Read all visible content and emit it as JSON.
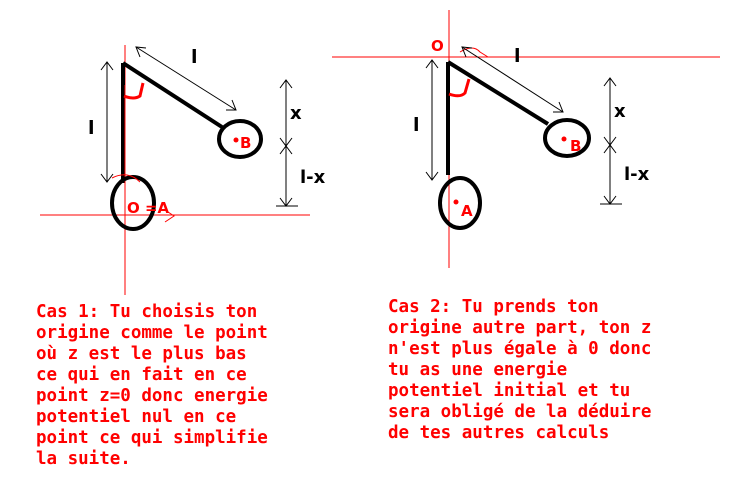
{
  "colors": {
    "red": "#ff0000",
    "black": "#000000",
    "background": "#ffffff"
  },
  "case1": {
    "length_label_top": "l",
    "length_label_left": "l",
    "x_label": "x",
    "lx_label": "l-x",
    "point_a_label": "O =A",
    "point_b_label": "B",
    "caption": "Cas 1: Tu choisis ton\norigine comme le point\noù z est le plus bas\nce qui en fait en ce\npoint z=0 donc energie\npotentiel nul en ce\npoint ce qui simplifie\nla suite."
  },
  "case2": {
    "origin_label": "O",
    "length_label_top": "l",
    "length_label_left": "l",
    "x_label": "x",
    "lx_label": "l-x",
    "point_a_label": "A",
    "point_b_label": "B",
    "caption": "Cas 2: Tu prends ton\norigine autre part, ton z\nn'est plus égale à 0 donc\ntu as une energie\npotentiel initial et tu\nsera obligé de la déduire\nde tes autres calculs"
  }
}
